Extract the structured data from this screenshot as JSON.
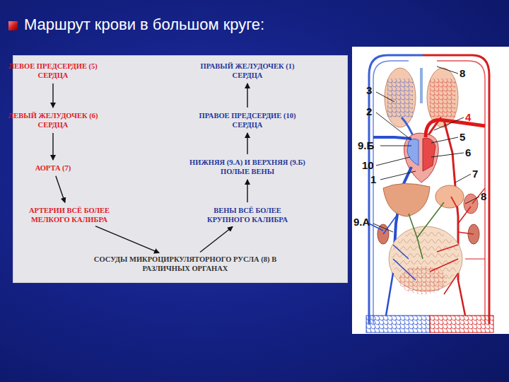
{
  "diagram": {
    "title": "Маршрут крови в большом круге:",
    "nodes": [
      {
        "text": [
          "ЛЕВОЕ ПРЕДСЕРДИЕ (5) СЕРДЦА"
        ]
      },
      {
        "text": [
          "ЛЕВЫЙ ЖЕЛУДОЧЕК (6) СЕРДЦА"
        ]
      },
      {
        "text": [
          "АОРТА (7)"
        ]
      },
      {
        "text": [
          "АРТЕРИИ ВСЁ БОЛЕЕ МЕЛКОГО КАЛИБРА"
        ]
      },
      {
        "text": [
          "СОСУДЫ МИКРОЦИРКУЛЯТОРНОГО РУСЛА (8) В РАЗЛИЧНЫХ ОРГАНАХ"
        ]
      },
      {
        "text": [
          "ВЕНЫ ВСЁ БОЛЕЕ КРУПНОГО КАЛИБРА"
        ]
      },
      {
        "text": [
          "НИЖНЯЯ (9.А) И ВЕРХНЯЯ (9.Б) ПОЛЫЕ ВЕНЫ"
        ]
      },
      {
        "text": [
          "ПРАВОЕ ПРЕДСЕРДИЕ (10) СЕРДЦА"
        ]
      },
      {
        "text": [
          "ПРАВЫЙ ЖЕЛУДОЧЕК (1) СЕРДЦА"
        ]
      }
    ],
    "edges": [
      {
        "from": 0,
        "to": 1,
        "arrow": "to"
      },
      {
        "from": 1,
        "to": 2,
        "arrow": "to"
      },
      {
        "from": 2,
        "to": 3,
        "arrow": "to"
      },
      {
        "from": 3,
        "to": 4,
        "arrow": "to"
      },
      {
        "from": 4,
        "to": 5,
        "arrow": "to"
      },
      {
        "from": 5,
        "to": 6,
        "arrow": "to"
      },
      {
        "from": 6,
        "to": 7,
        "arrow": "to"
      },
      {
        "from": 7,
        "to": 8,
        "arrow": "to"
      }
    ],
    "labels": [
      "8",
      "3",
      "2",
      "4",
      "9.Б",
      "5",
      "6",
      "10",
      "7",
      "1",
      "8",
      "9.А"
    ]
  }
}
